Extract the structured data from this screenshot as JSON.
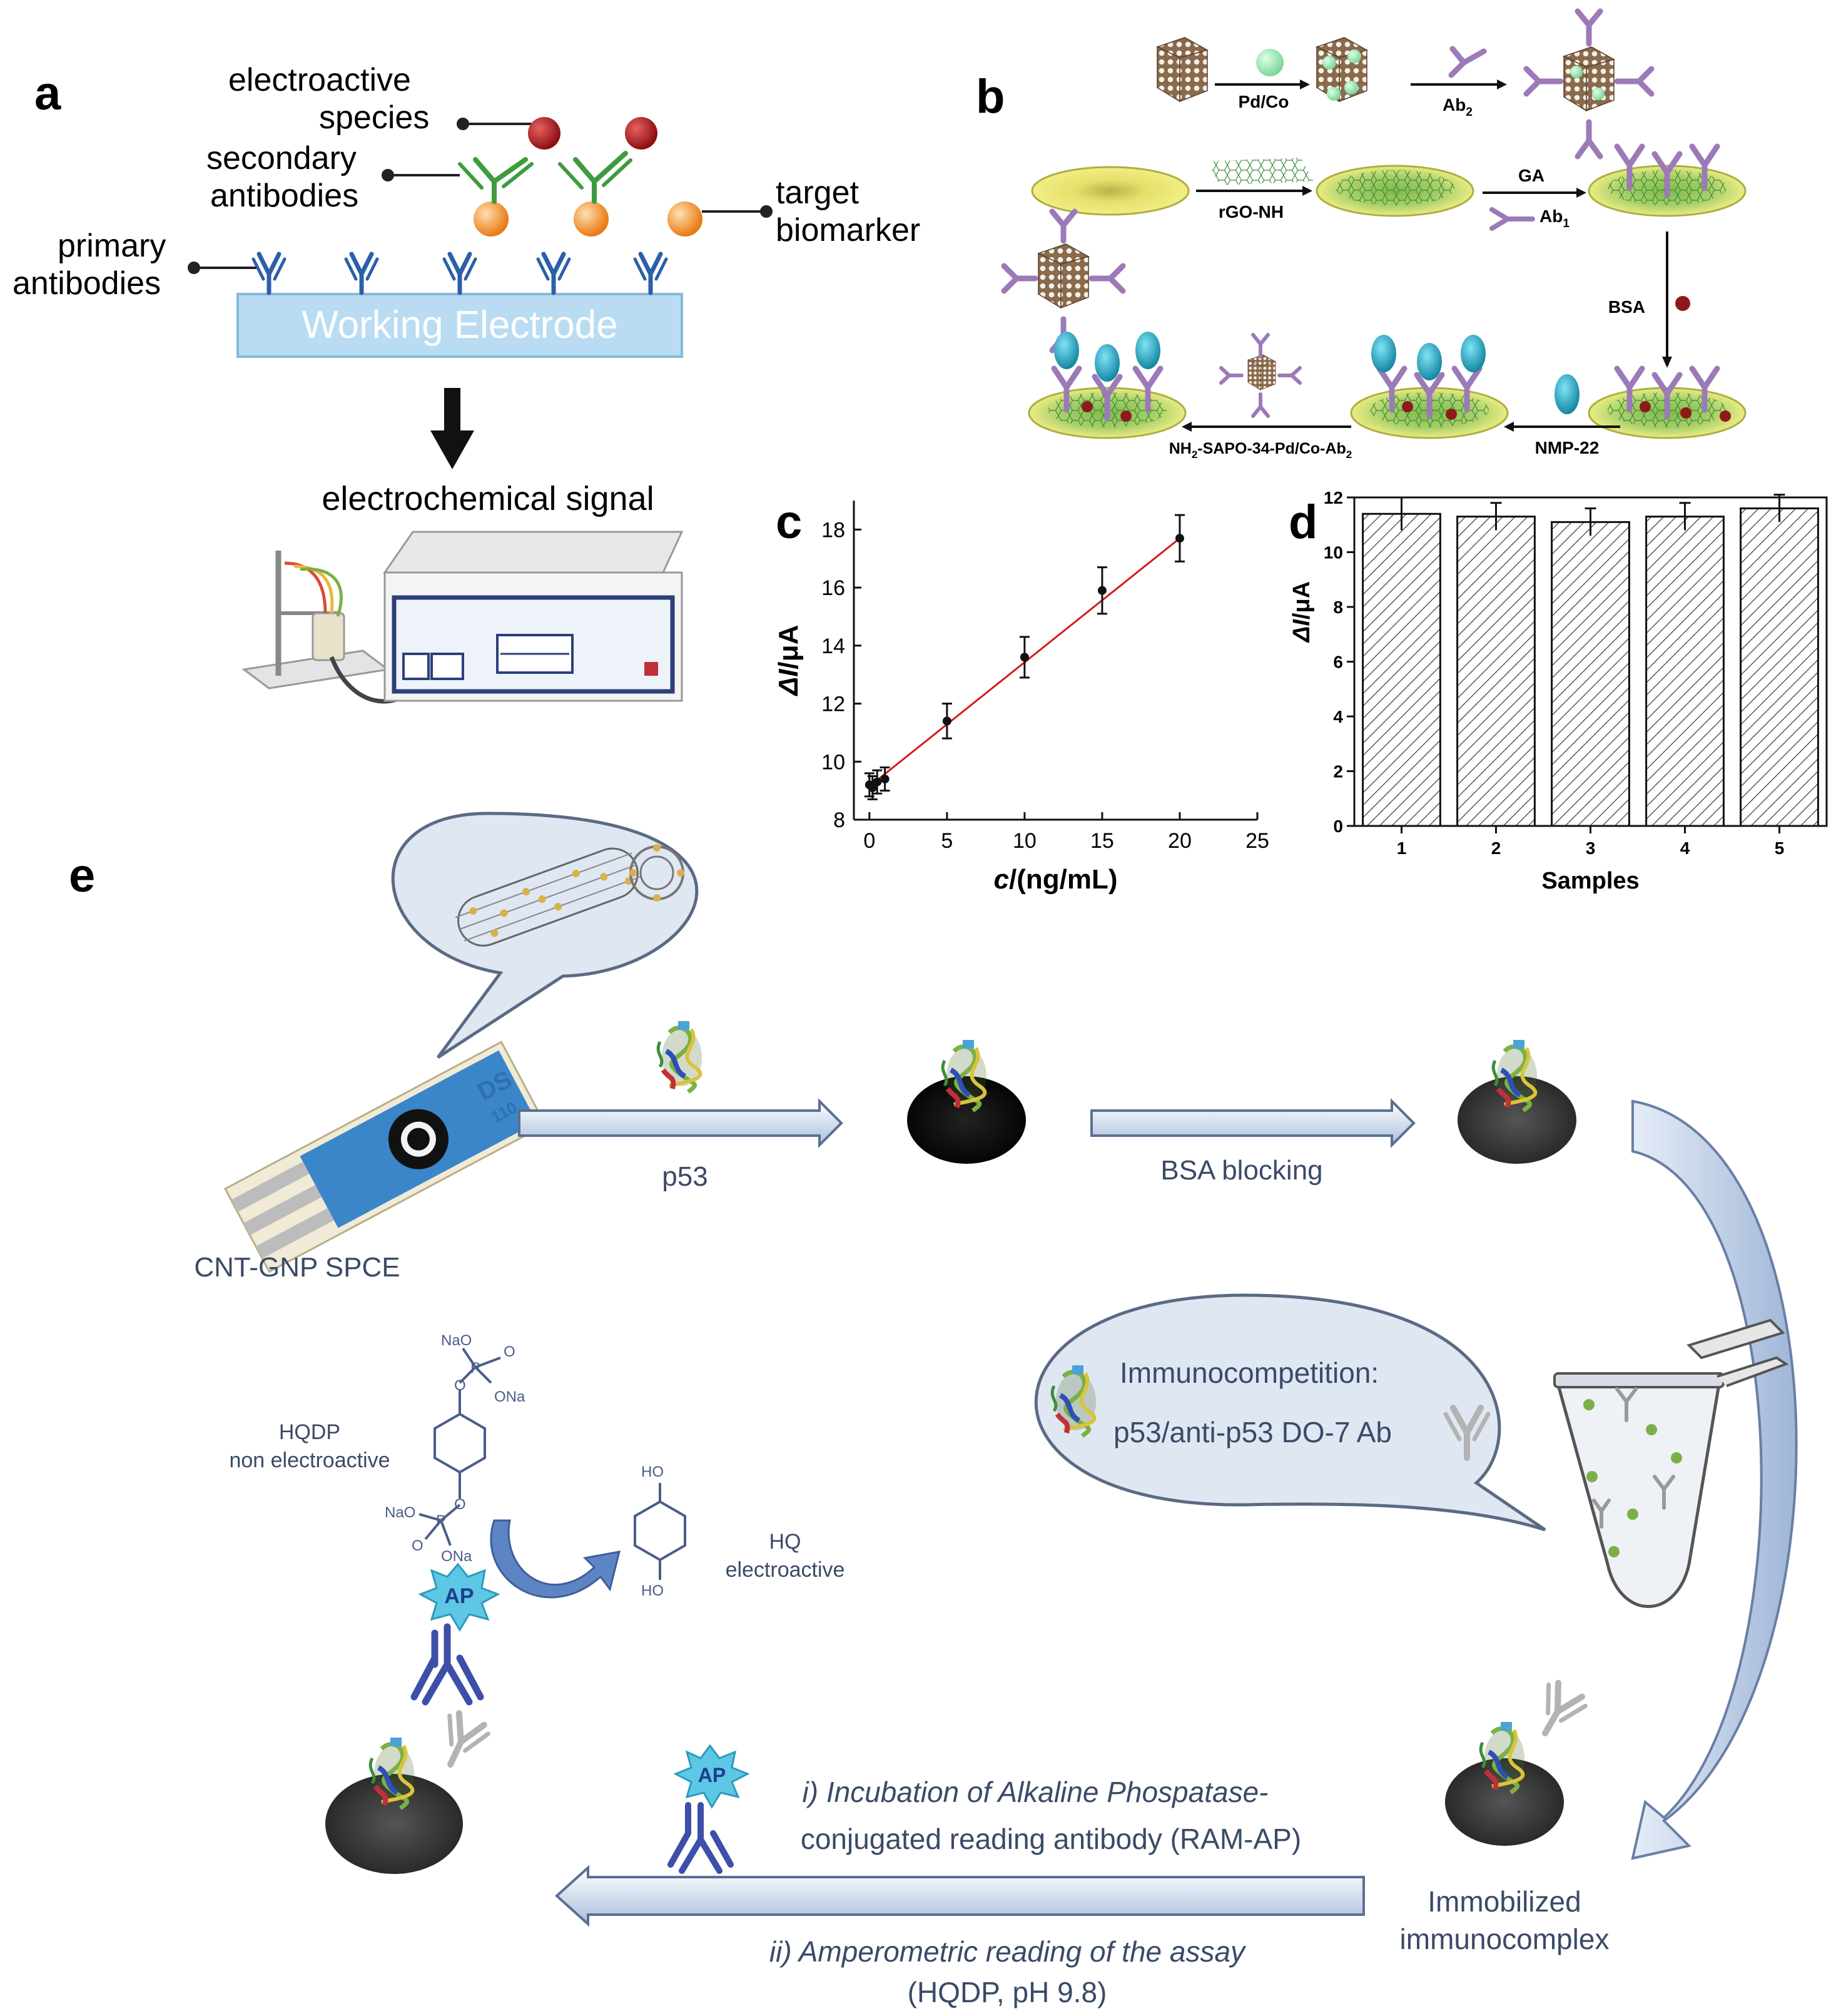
{
  "panels": {
    "a": {
      "letter": "a",
      "labels": {
        "electroactive_species": [
          "electroactive",
          "species"
        ],
        "secondary_antibodies": [
          "secondary",
          "antibodies"
        ],
        "primary_antibodies": [
          "primary",
          "antibodies"
        ],
        "target_biomarker": [
          "target",
          "biomarker"
        ],
        "working_electrode": "Working Electrode",
        "signal": "electrochemical signal"
      },
      "colors": {
        "primary_ab": "#2c5fa8",
        "secondary_ab": "#3f9b3f",
        "biomarker": "#f08a24",
        "species": "#b0181c",
        "electrode": "#b9dcf2"
      }
    },
    "b": {
      "letter": "b",
      "labels": {
        "pdco": "Pd/Co",
        "ab2": "Ab",
        "ab2_sub": "2",
        "rgo": "rGO-NH",
        "ga": "GA",
        "ab1": "Ab",
        "ab1_sub": "1",
        "bsa": "BSA",
        "nmp": "NMP-22",
        "conj_pre": "NH",
        "conj_sub1": "2",
        "conj_mid": "-SAPO-34-Pd/Co-Ab",
        "conj_sub2": "2"
      }
    },
    "e": {
      "letter": "e",
      "labels": {
        "electrode": "CNT-GNP SPCE",
        "strip_logo": "DS",
        "strip_logo2": "110",
        "p53": "p53",
        "bsa_blocking": "BSA blocking",
        "immuno_title": "Immunocompetition:",
        "immuno_sub": "p53/anti-p53 DO-7 Ab",
        "hqdp": "HQDP",
        "hqdp_sub": "non electroactive",
        "hq": "HQ",
        "hq_sub": "electroactive",
        "ap": "AP",
        "naO_top": "NaO",
        "ona_top": "ONa",
        "naO_bot": "NaO",
        "ona_bot": "ONa",
        "p_atom": "P",
        "o_atom": "O",
        "ho_top": "HO",
        "ho_bot": "HO",
        "step_i": "i) Incubation of Alkaline Phospatase-",
        "step_i_2": "conjugated reading antibody (RAM-AP)",
        "step_ii": "ii) Amperometric reading of the assay",
        "step_ii_2": "(HQDP, pH 9.8)",
        "immobilized": "Immobilized",
        "immunocomplex": "immunocomplex"
      }
    }
  },
  "chart_data": [
    {
      "panel": "c",
      "type": "line",
      "x": [
        0,
        0.2,
        0.5,
        1,
        5,
        10,
        15,
        20
      ],
      "y": [
        9.2,
        9.1,
        9.3,
        9.4,
        11.4,
        13.6,
        15.9,
        17.7
      ],
      "yerr": [
        0.4,
        0.4,
        0.4,
        0.4,
        0.6,
        0.7,
        0.8,
        0.8
      ],
      "xlabel_var": "c",
      "xlabel_unit": "/(ng/mL)",
      "ylabel_var": "ΔI",
      "ylabel_unit": "/μA",
      "xlim": [
        -1,
        25
      ],
      "ylim": [
        8,
        19
      ],
      "xticks": [
        0,
        5,
        10,
        15,
        20,
        25
      ],
      "yticks": [
        8,
        10,
        12,
        14,
        16,
        18
      ],
      "fit_line": {
        "x": [
          0,
          20
        ],
        "y": [
          9.15,
          17.7
        ],
        "color": "#d21d1d"
      }
    },
    {
      "panel": "d",
      "type": "bar",
      "categories": [
        "1",
        "2",
        "3",
        "4",
        "5"
      ],
      "values": [
        11.4,
        11.3,
        11.1,
        11.3,
        11.6
      ],
      "yerr": [
        0.6,
        0.5,
        0.5,
        0.5,
        0.5
      ],
      "xlabel": "Samples",
      "ylabel_var": "ΔI",
      "ylabel_unit": "/μA",
      "ylim": [
        0,
        12
      ],
      "yticks": [
        0,
        2,
        4,
        6,
        8,
        10,
        12
      ]
    }
  ]
}
